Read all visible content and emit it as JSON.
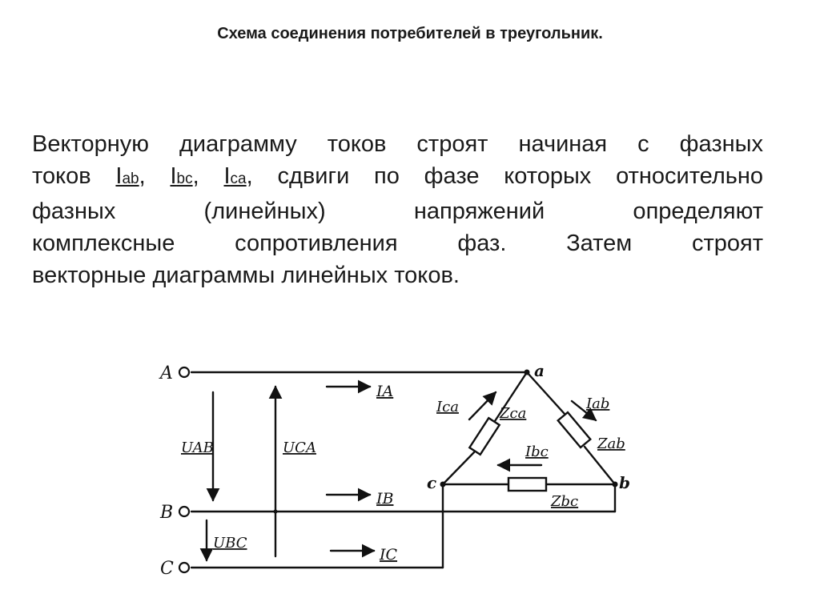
{
  "title": "Схема соединения потребителей в треугольник.",
  "paragraph": {
    "line1": "Векторную диаграмму токов строят начиная с фазных",
    "line2_pre": "токов ",
    "i_letter": "I",
    "iab_sub": "ab",
    "ibc_sub": "bc",
    "ica_sub": "ca",
    "sep": ", ",
    "line2_post": ", сдвиги по фазе которых относительно",
    "line3": "фазных (линейных) напряжений определяют",
    "line4": "комплексные сопротивления фаз. Затем строят",
    "line5": "векторные диаграммы линейных токов."
  },
  "diagram": {
    "terminals": {
      "A": "A",
      "B": "B",
      "C": "C"
    },
    "nodes": {
      "a": "a",
      "b": "b",
      "c": "c"
    },
    "voltages": {
      "uab": "UAB",
      "uca": "UCA",
      "ubc": "UBC"
    },
    "line_currents": {
      "ia": "IA",
      "ib": "IB",
      "ic": "IC"
    },
    "phase_currents": {
      "iab": "Iab",
      "ibc": "Ibc",
      "ica": "Ica"
    },
    "impedances": {
      "zab": "Zab",
      "zbc": "Zbc",
      "zca": "Zca"
    }
  }
}
